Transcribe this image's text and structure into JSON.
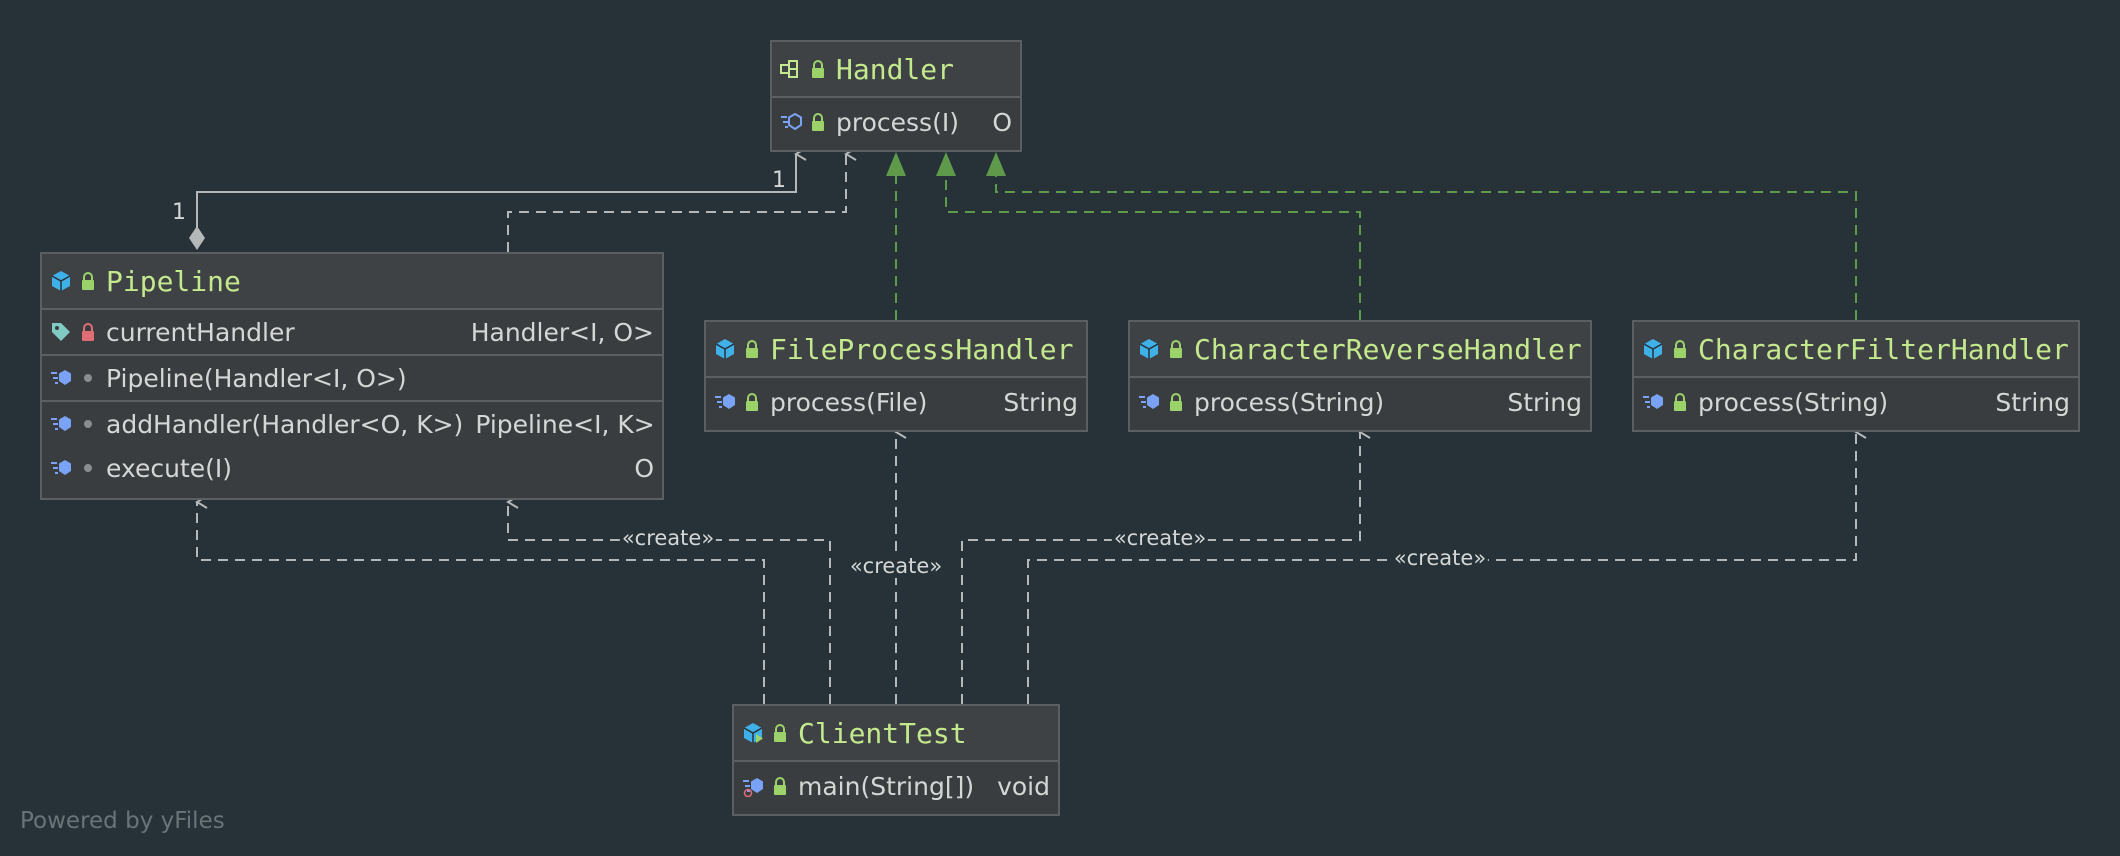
{
  "nodes": {
    "handler": {
      "title": "Handler",
      "members": [
        {
          "name": "process(I)",
          "type": "O"
        }
      ]
    },
    "pipeline": {
      "title": "Pipeline",
      "field": {
        "name": "currentHandler",
        "type": "Handler<I, O>"
      },
      "constructor": {
        "name": "Pipeline(Handler<I, O>)",
        "type": ""
      },
      "methods": [
        {
          "name": "addHandler(Handler<O, K>)",
          "type": "Pipeline<I, K>"
        },
        {
          "name": "execute(I)",
          "type": "O"
        }
      ]
    },
    "file_process_handler": {
      "title": "FileProcessHandler",
      "members": [
        {
          "name": "process(File)",
          "type": "String"
        }
      ]
    },
    "character_reverse_handler": {
      "title": "CharacterReverseHandler",
      "members": [
        {
          "name": "process(String)",
          "type": "String"
        }
      ]
    },
    "character_filter_handler": {
      "title": "CharacterFilterHandler",
      "members": [
        {
          "name": "process(String)",
          "type": "String"
        }
      ]
    },
    "client_test": {
      "title": "ClientTest",
      "members": [
        {
          "name": "main(String[])",
          "type": "void"
        }
      ]
    }
  },
  "edges": {
    "create_label": "«create»",
    "multiplicity_source": "1",
    "multiplicity_target": "1"
  },
  "colors": {
    "background": "#263238",
    "realization": "#5f9a4a",
    "dependency": "#b4b8b9",
    "title": "#c3e88d",
    "class_icon": "#3fb0e8"
  },
  "watermark": "Powered by yFiles"
}
